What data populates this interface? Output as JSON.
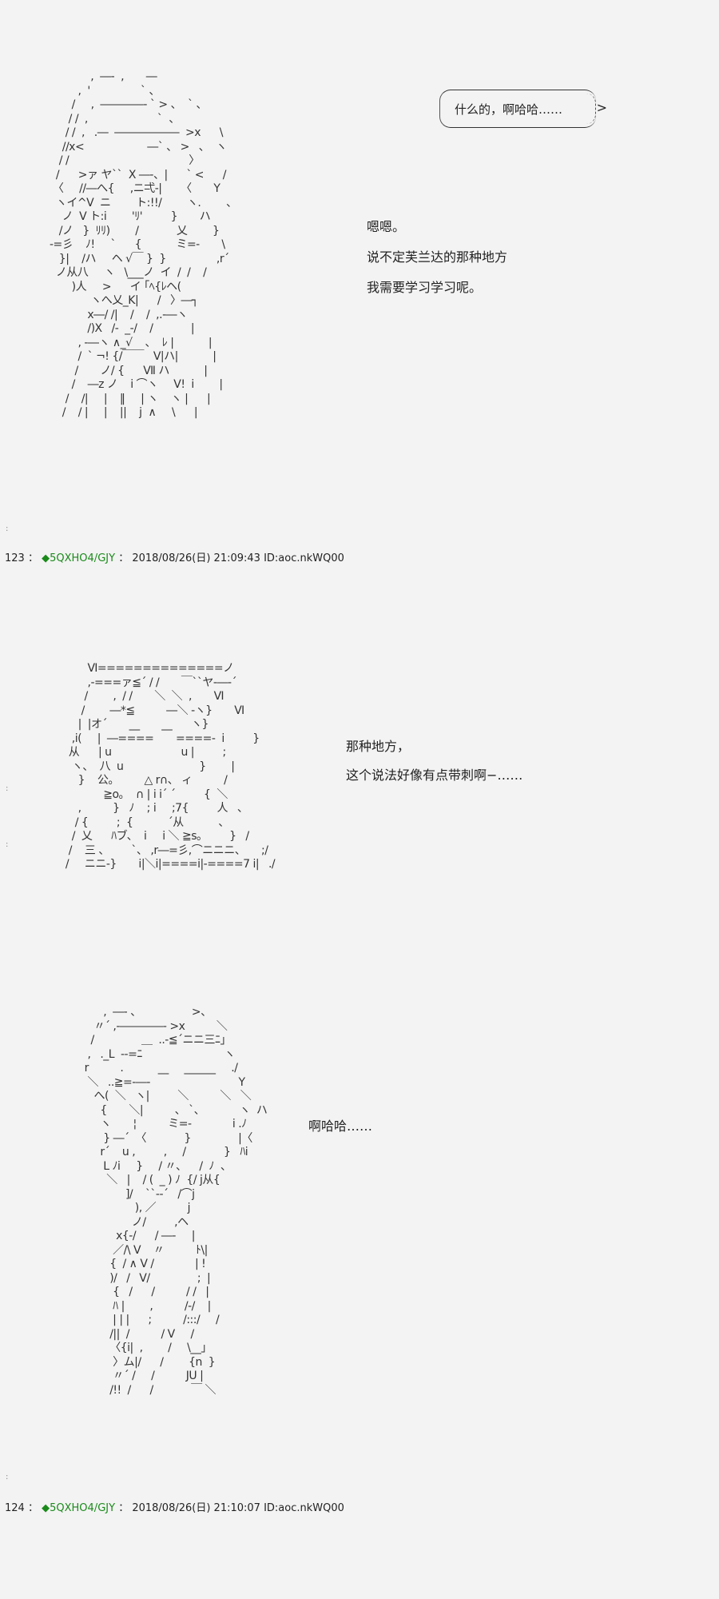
{
  "post_123": {
    "art": "              ,  ―-  ,       ―\n          ,  '                ` 、\n        /     ,  ――――- ` > 、  ` 、\n       / /  ,                      `  、\n      / /  ,   .―  ――――――  >x      \\\n     //x<                    ―` 、 >   、  ヽ\n    / /                                      〉\n   /      >ァ ヤ``  X ―-、|      ` <      /\n  〈     //―へ{     ,ニ弌-|      〈       Y\n   ヽイ^V  ニ        ト:!!/        ヽ.        、\n     ノ  V ト:i        'ﾘ'         }       ハ\n    /ノ   }  ﾘﾘ)        /            乂        }\n -=彡    ﾉ!     `      {           ミ=-       \\\n    }|    /ハ     ヘ √￣ }  }                ,r´\n   ノ从八     ヽ   \\___ノ  イ  /  /    /\n        )人     >      イ ｢ﾍ{ﾚヘ(\n              ヽへ乂_K|      /   〉―┐\n             x―/ /|    /    /  ,.-―ヽ\n             /)X   /-  _-/    /            |\n          , -―ヽ ∧_√    、  ﾚ |           |\n          /  ` ¬! {/￣￣   V|ハ|           |\n         /       ノ/ {      Ⅶ ハ           |\n        /    ―z ノ    i ⌒ヽ     V!  i        |\n      /    /|     |    ‖     | ヽ    ヽ |      |\n     /    / |     |    ||    j  ∧     \\      |",
    "bubble_text": "什么的，啊哈哈……",
    "bubble_arrow": ">",
    "lines": [
      "嗯嗯。",
      "说不定芙兰达的那种地方",
      "我需要学习学习呢。"
    ],
    "number": "123",
    "sep1": "：",
    "trip": "◆5QXHO4/GJY",
    "sep2": "：",
    "datetime": "2018/08/26(日) 21:09:43",
    "id": "ID:aoc.nkWQ00"
  },
  "post_124": {
    "art_a": "          Ⅵ==============ノ\n          ,-===ァ≦´ / /       ￣``ヤ-―-´\n         /        ,  / /       ＼  ＼  ,       Ⅵ\n        /        ―*≦          ―＼ -ヽ}       Ⅵ\n       |  |オ´       __       __      ヽ}\n     ,i(     |  ―====       ====-  i         }\n    从      | u                      u |         ;\n     ヽ、  八  u                        }        |\n       }    公。        △ r∩、 ィ          /\n               ≧o。  ∩ | i i´ ´         {  ＼\n       ,          }   ﾉ    ; i     ;7{         人   、\n      / {         ;  {           ´从           、\n     /  乂      ﾊブ、  i     i ＼ ≧s。       }   /\n    /    三 、       `、 ,r―=彡,⌒ニニニ、     ;/\n   /     ニニ-}       i|＼i|====i|-====7 i|   ./",
    "lines_a": [
      "那种地方，",
      "这个说法好像有点带刺啊−……"
    ],
    "art_b": "              ,  ―- 、                >、\n           〃´ ,-――――- >x          ＼\n          /               ＿  ..-≦´ニニ三ﾆ」\n         ,   ._L  --=ﾆ                          ヽ\n        r          .           __     ______     ./\n         ＼   ..≧=-―-                            Y\n           へ(  ＼   ヽ|         ＼          ＼   ＼\n             {       ＼|          、 `、           ヽ  ハ\n             ヽ       ¦          ミ=-             i .ﾉ\n              } ―´  〈            }               |〈\n             r´    u ,         ,     /            }   ﾊi\n              L ﾉi     }     / 〃、    /  ﾉ  、\n               ＼   |    / (  _ ) ﾉ  {/ j从{\n                     ]/    ``--´   /⌒j\n                        ), ／          j\n                       ノ/         ,ヘ\n                  x{-/      / ―-     |\n                 ／/\\ V    〃          ﾄ\\|\n                {  / ∧ V /             | !\n                )/   /   V/               ;  |\n                 {   /      /          / /   |\n                 ﾊ |        ,          /-/    |\n                 | | |      ;          /:::/     /\n                /||  /          / V     /\n                〈{i|  ,        /     \\__」\n                 〉ム|/      /        {n  }\n                 〃´ /     /          JU |\n                /!!  /      /            ￣ ＼",
    "line_b": "啊哈哈……",
    "number": "124",
    "sep1": "：",
    "trip": "◆5QXHO4/GJY",
    "sep2": "：",
    "datetime": "2018/08/26(日) 21:10:07",
    "id": "ID:aoc.nkWQ00"
  },
  "margin_marks": [
    ":",
    ":",
    ":",
    ":"
  ]
}
